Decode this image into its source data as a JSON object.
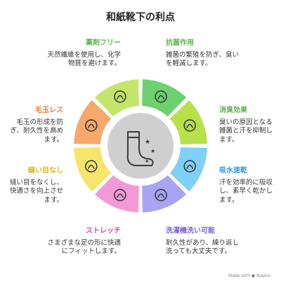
{
  "title": "和紙靴下の利点",
  "segments": [
    {
      "heading": "抗菌作用",
      "text": "雑菌の繁殖を防ぎ、臭いを軽減します。",
      "color": "#6cd16e",
      "icon": "shield-bacteria-icon"
    },
    {
      "heading": "消臭効果",
      "text": "臭いの原因となる雑菌と汗を抑制します。",
      "color": "#b7e04b",
      "icon": "odor-waves-icon"
    },
    {
      "heading": "吸水速乾",
      "text": "汗を効率的に吸収し、素早く乾かします。",
      "color": "#7fd0f6",
      "icon": "water-drop-icon"
    },
    {
      "heading": "洗濯機洗い可能",
      "text": "耐久性があり、繰り返し洗っても大丈夫です。",
      "color": "#a8a3f2",
      "icon": "washing-machine-icon"
    },
    {
      "heading": "ストレッチ",
      "text": "さまざまな足の形に快適にフィットします。",
      "color": "#f29ad8",
      "icon": "stretch-shoe-icon"
    },
    {
      "heading": "縫い目なし",
      "text": "縫い目をなくし、快適さを向上させます。",
      "color": "#f5e56b",
      "icon": "seamless-stitch-icon"
    },
    {
      "heading": "毛玉レス",
      "text": "毛玉の形成を防ぎ、耐久性を高めます。",
      "color": "#f7a86a",
      "icon": "fiber-pill-icon"
    },
    {
      "heading": "薬剤フリー",
      "text": "天然繊維を使用し、化学物質を避けます。",
      "color": "#c3e66a",
      "icon": "leaf-icon"
    }
  ],
  "heading_colors": {
    "green": "#5bb44c",
    "orange": "#e88235",
    "yellow": "#d4b72a",
    "pink": "#d04ba8",
    "purple": "#7d63d2",
    "blue": "#2e9be0"
  },
  "center_icon": "sparkling-sock-icon",
  "footer": "Made with ● Napkin"
}
